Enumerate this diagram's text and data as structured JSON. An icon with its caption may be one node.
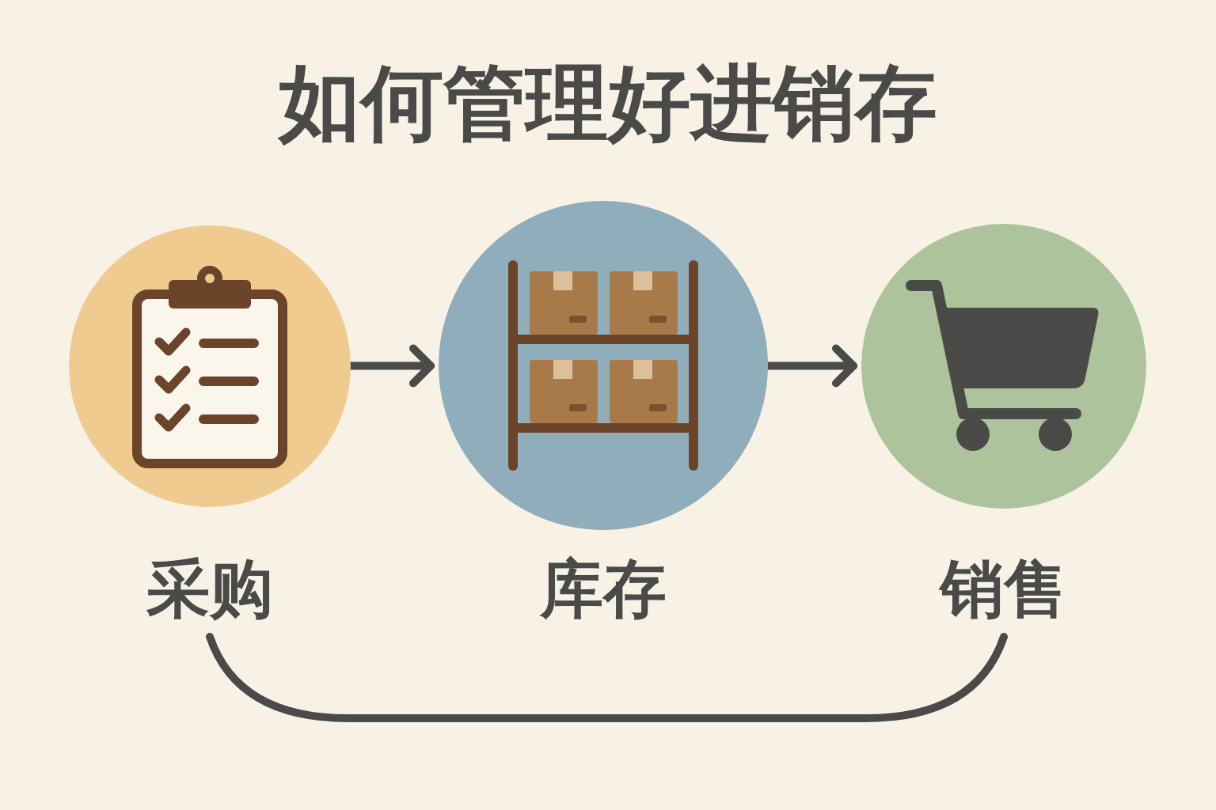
{
  "diagram": {
    "title": "如何管理好进销存",
    "nodes": [
      {
        "text": [
          "采购"
        ]
      },
      {
        "text": [
          "库存"
        ]
      },
      {
        "text": [
          "销售"
        ]
      }
    ],
    "edges": [
      {
        "from": 0,
        "to": 1,
        "arrow": "to"
      },
      {
        "from": 1,
        "to": 2,
        "arrow": "to"
      },
      {
        "from": 0,
        "to": 2,
        "arrow": "none"
      }
    ]
  }
}
